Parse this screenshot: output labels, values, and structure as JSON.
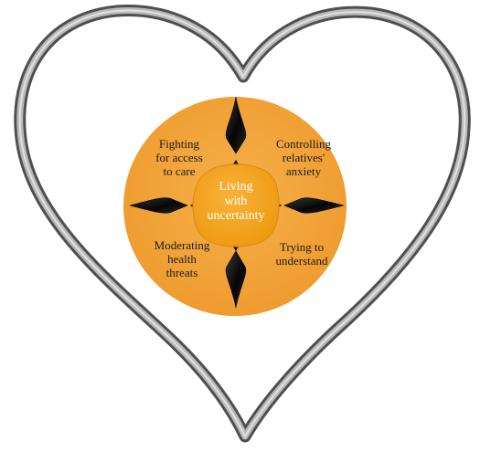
{
  "diagram": {
    "center": "Living\nwith\nuncertainty",
    "segments": {
      "top_left": "Fighting\nfor access\nto care",
      "top_right": "Controlling\nrelatives'\nanxiety",
      "bottom_left": "Moderating\nhealth\nthreats",
      "bottom_right": "Trying to\nunderstand"
    }
  },
  "colors": {
    "disc_orange": "#f2a23a",
    "center_orange": "#f5a623",
    "arrow_dark": "#111111",
    "frame_metal": "#6f6f6f"
  }
}
